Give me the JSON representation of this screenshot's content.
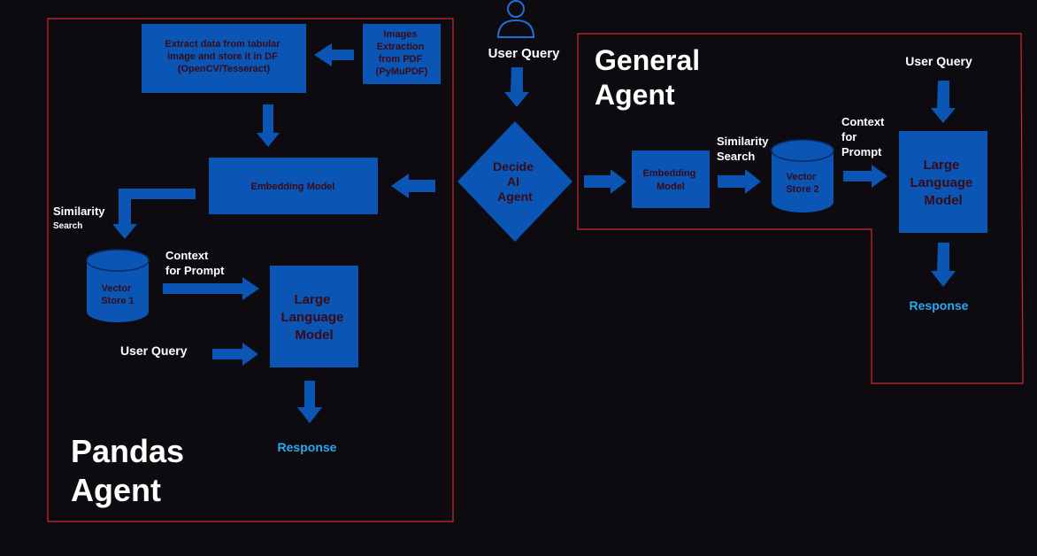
{
  "pandas": {
    "title_line1": "Pandas",
    "title_line2": "Agent",
    "extract_line1": "Extract data from tabular",
    "extract_line2": "image and store it in DF",
    "extract_line3": "(OpenCV/Tesseract)",
    "images_line1": "Images",
    "images_line2": "Extraction",
    "images_line3": "from PDF",
    "images_line4": "(PyMuPDF)",
    "embedding": "Embedding Model",
    "similarity_line1": "Similarity",
    "similarity_line2": "Search",
    "vector_line1": "Vector",
    "vector_line2": "Store 1",
    "context_line1": "Context",
    "context_line2": "for Prompt",
    "llm_line1": "Large",
    "llm_line2": "Language",
    "llm_line3": "Model",
    "user_query": "User Query",
    "response": "Response"
  },
  "center": {
    "user_query": "User Query",
    "decide_line1": "Decide",
    "decide_line2": "AI",
    "decide_line3": "Agent",
    "user_icon": "user-icon"
  },
  "general": {
    "title_line1": "General",
    "title_line2": "Agent",
    "embedding_line1": "Embedding",
    "embedding_line2": "Model",
    "similarity_line1": "Similarity",
    "similarity_line2": "Search",
    "vector_line1": "Vector",
    "vector_line2": "Store 2",
    "context_line1": "Context",
    "context_line2": "for",
    "context_line3": "Prompt",
    "user_query": "User Query",
    "llm_line1": "Large",
    "llm_line2": "Language",
    "llm_line3": "Model",
    "response": "Response"
  },
  "colors": {
    "background": "#0d0b10",
    "box": "#0b55b5",
    "frame": "#d42a2a",
    "response": "#28a9f0",
    "box_text": "#3a0a16"
  }
}
